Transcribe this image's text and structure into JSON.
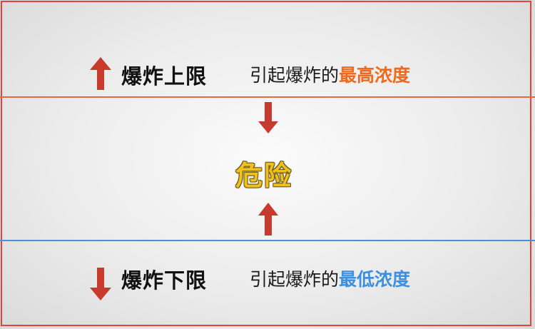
{
  "upper": {
    "title": "爆炸上限",
    "desc_prefix": "引起爆炸的",
    "desc_highlight": "最高浓度",
    "highlight_color": "#ee6a1f",
    "line_color": "#e8683a"
  },
  "center": {
    "label": "危险",
    "label_color": "#f0c01c"
  },
  "lower": {
    "title": "爆炸下限",
    "desc_prefix": "引起爆炸的",
    "desc_highlight": "最低浓度",
    "highlight_color": "#3d8fe0",
    "line_color": "#4a90d9"
  },
  "colors": {
    "frame": "#e2433c",
    "arrow": "#c93a2e"
  },
  "icons": [
    "arrow-up-icon",
    "arrow-down-icon"
  ]
}
